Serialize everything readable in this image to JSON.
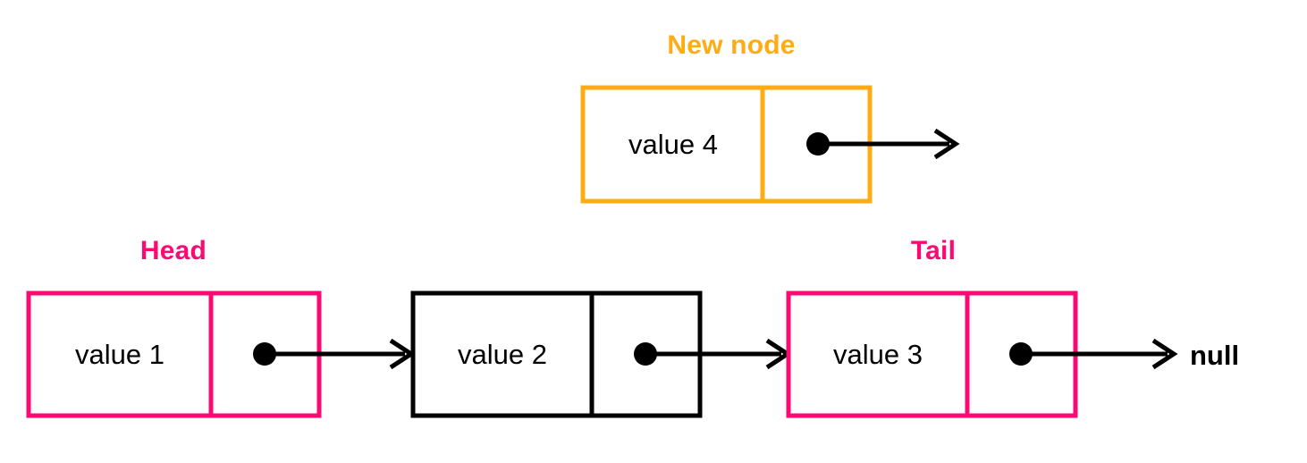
{
  "diagram": {
    "title_label_new": "New node",
    "title_label_head": "Head",
    "title_label_tail": "Tail",
    "terminator": "null",
    "colors": {
      "new_node": "#FFAB14",
      "head_tail": "#FB0A74",
      "plain_node": "#000000",
      "arrow": "#000000",
      "background": "#FFFFFF",
      "text": "#000000"
    },
    "new_node": {
      "label": "New node",
      "value": "value 4",
      "pointer": "pointer-dot",
      "border_color": "#FFAB14",
      "arrow_target": "dangling"
    },
    "list_nodes": [
      {
        "label": "Head",
        "value": "value 1",
        "pointer": "pointer-dot",
        "border_color": "#FB0A74",
        "arrow_target": "value 2"
      },
      {
        "label": "",
        "value": "value 2",
        "pointer": "pointer-dot",
        "border_color": "#000000",
        "arrow_target": "value 3"
      },
      {
        "label": "Tail",
        "value": "value 3",
        "pointer": "pointer-dot",
        "border_color": "#FB0A74",
        "arrow_target": "null"
      }
    ]
  }
}
